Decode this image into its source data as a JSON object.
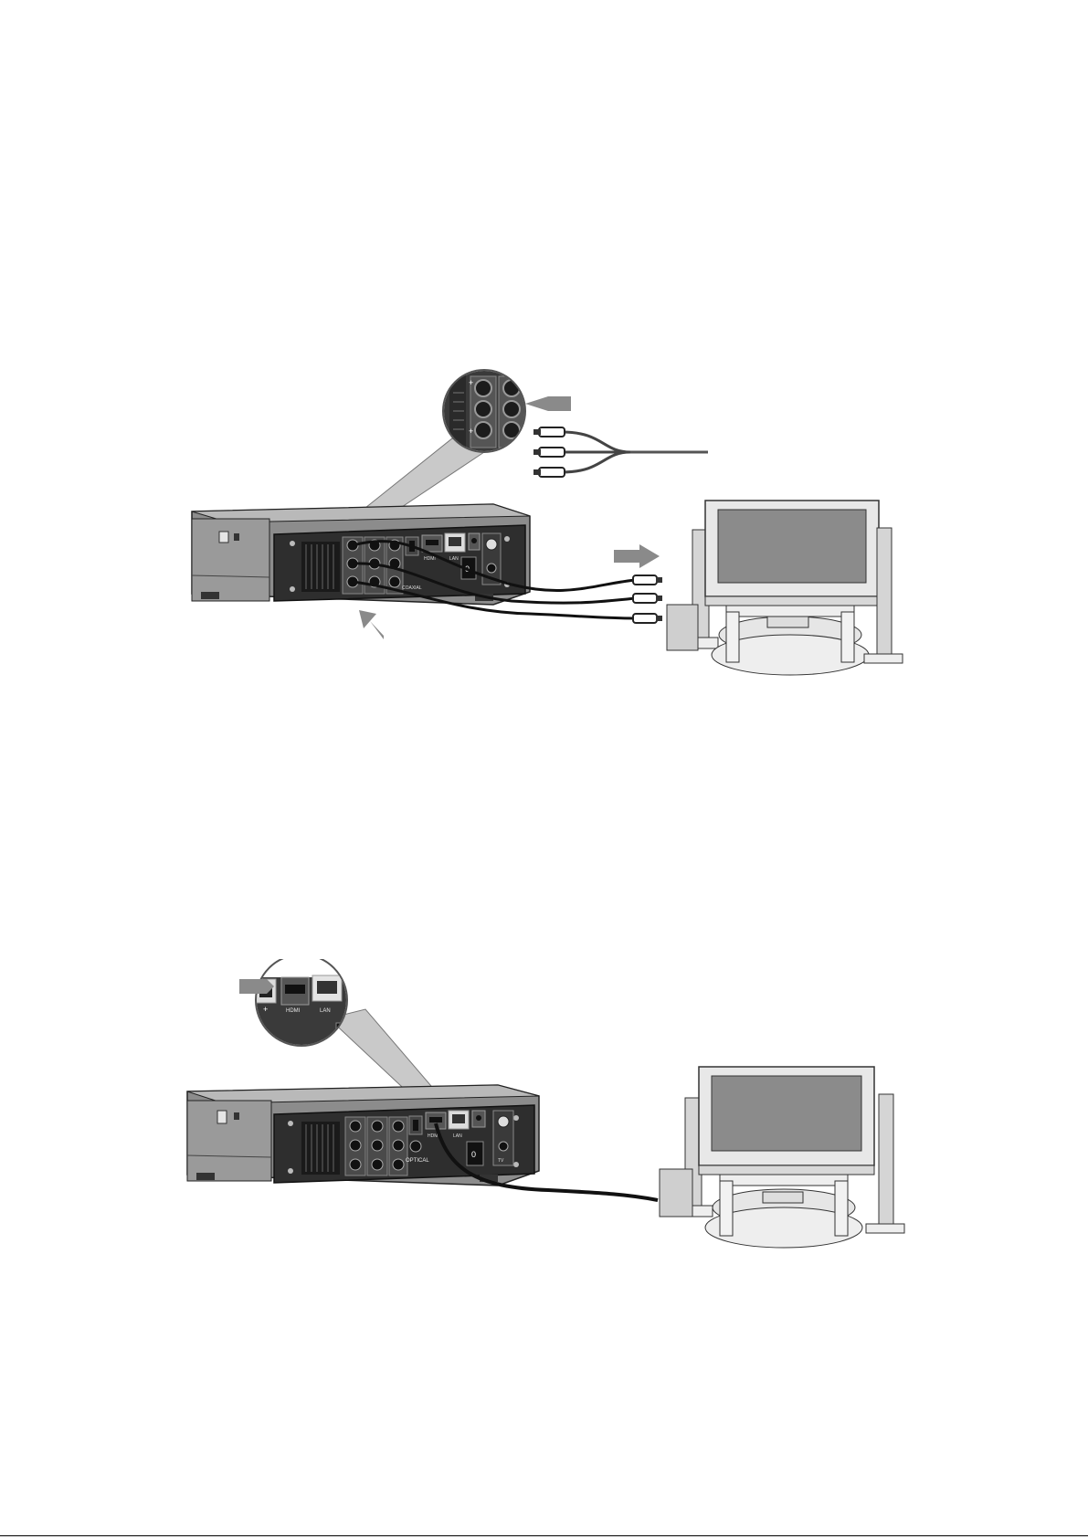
{
  "figures": [
    {
      "id": "rca-connection",
      "labels": {
        "hdmi": "HDMI",
        "lan": "LAN",
        "coaxial": "COAXIAL"
      }
    },
    {
      "id": "hdmi-connection",
      "labels": {
        "hdmi": "HDMI",
        "lan": "LAN",
        "optical": "OPTICAL",
        "tv": "TV",
        "zoom_hdmi": "HDMI",
        "zoom_lan": "LAN"
      }
    }
  ],
  "colors": {
    "device_body": "#8c8c8c",
    "device_top": "#b9b9b9",
    "panel": "#2e2e2e",
    "arrow": "#8a8a8a",
    "cable": "#111111"
  }
}
